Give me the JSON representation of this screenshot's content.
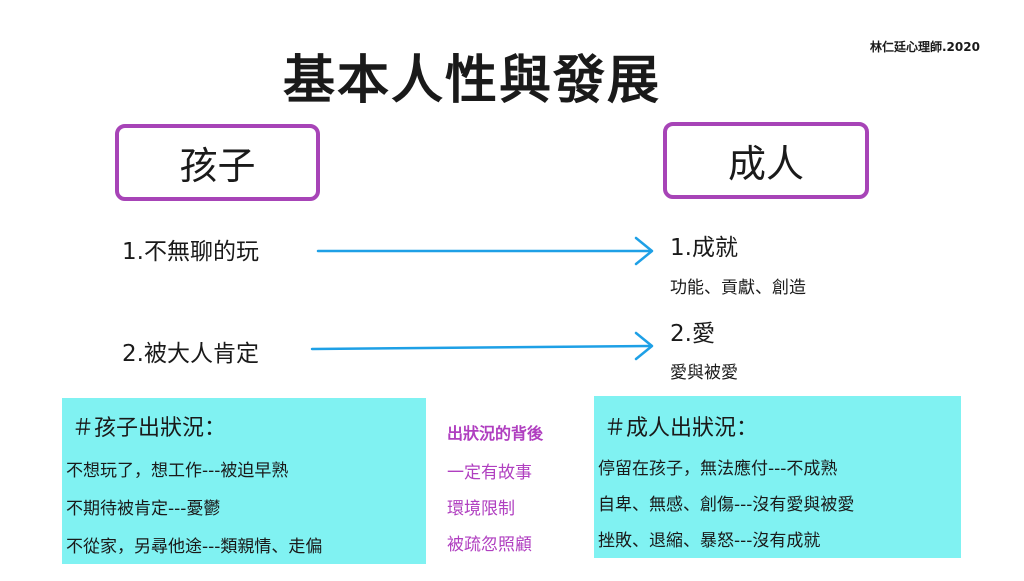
{
  "credit": "林仁廷心理師.2020",
  "title": "基本人性與發展",
  "child": {
    "label": "孩子",
    "items": [
      "1.不無聊的玩",
      "2.被大人肯定"
    ]
  },
  "adult": {
    "label": "成人",
    "items": [
      {
        "main": "1.成就",
        "sub": "功能、貢獻、創造"
      },
      {
        "main": "2.愛",
        "sub": "愛與被愛"
      }
    ]
  },
  "child_issues": {
    "title": "＃孩子出狀況：",
    "lines": [
      "不想玩了，想工作---被迫早熟",
      "不期待被肯定---憂鬱",
      "不從家，另尋他途---類親情、走偏"
    ]
  },
  "behind": {
    "title": "出狀況的背後",
    "lines": [
      "一定有故事",
      "環境限制",
      "被疏忽照顧"
    ]
  },
  "adult_issues": {
    "title": "＃成人出狀況：",
    "lines": [
      "停留在孩子，無法應付---不成熟",
      "自卑、無感、創傷---沒有愛與被愛",
      "挫敗、退縮、暴怒---沒有成就"
    ]
  },
  "colors": {
    "box_border": "#a744b7",
    "panel_bg": "#80f2f2",
    "accent_purple": "#b03fc0",
    "arrow": "#1ea0e6"
  }
}
